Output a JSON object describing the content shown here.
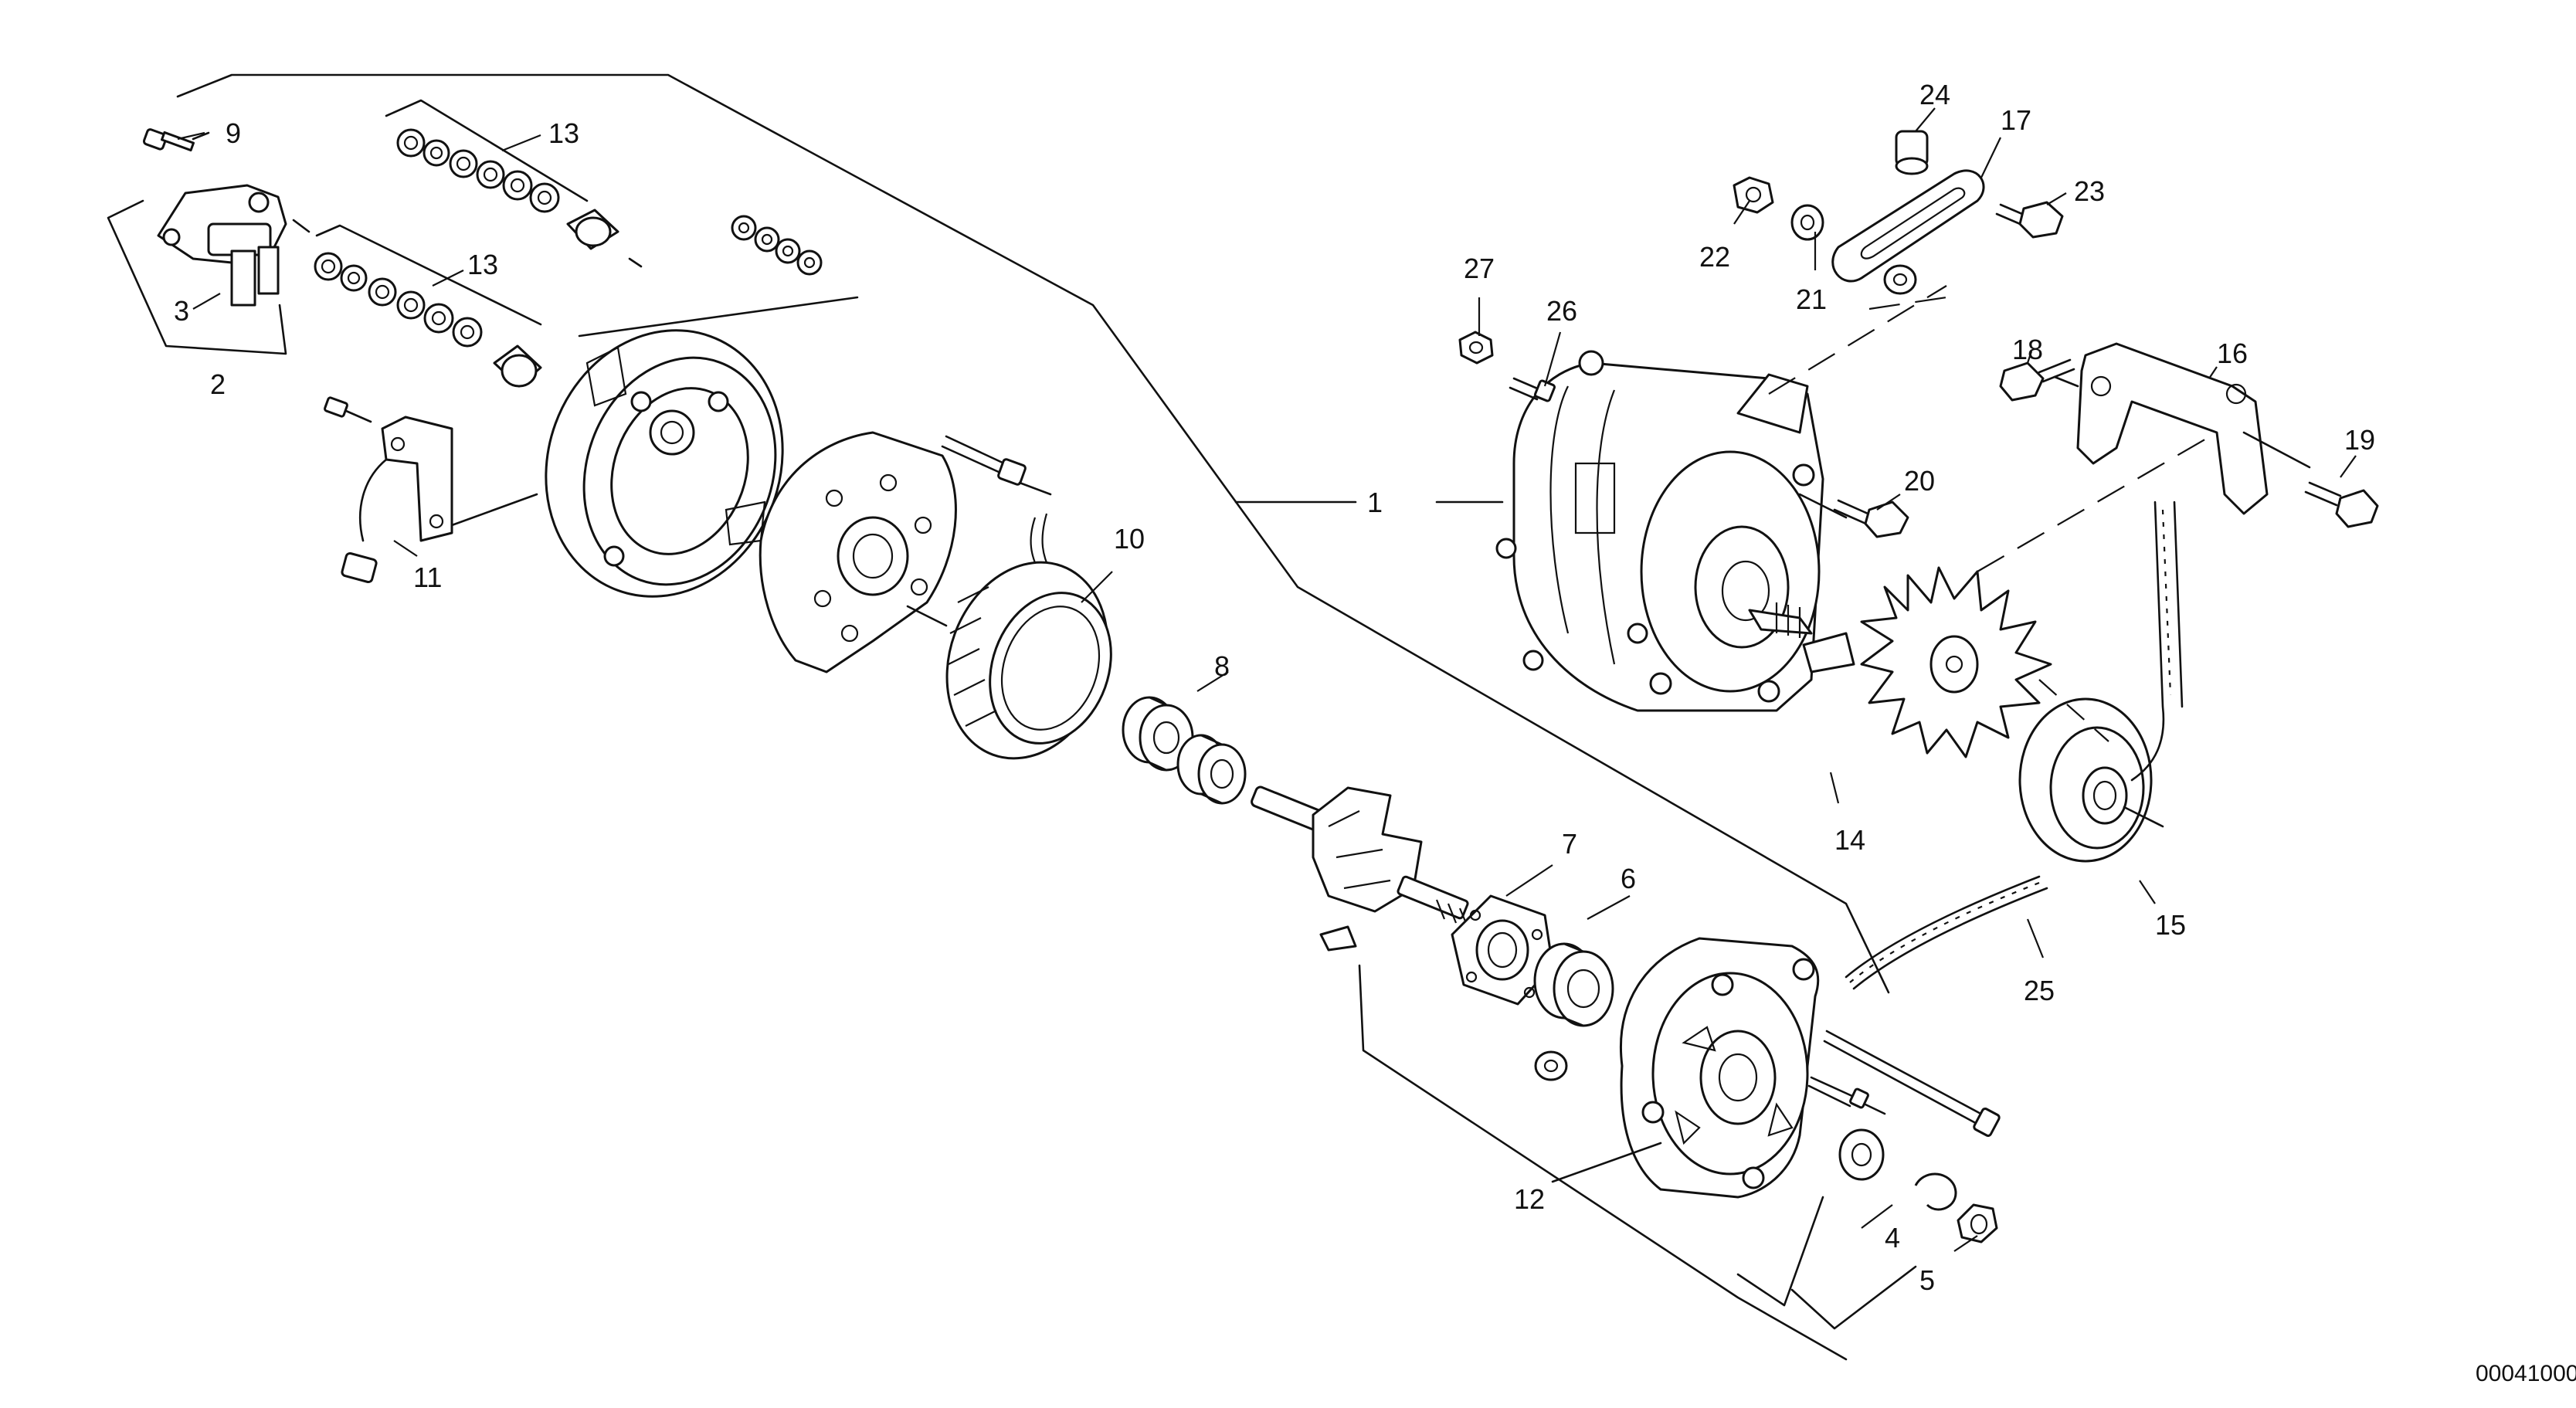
{
  "drawing_code": "00041000",
  "callouts": [
    {
      "id": "c1",
      "text": "1"
    },
    {
      "id": "c2",
      "text": "2"
    },
    {
      "id": "c3",
      "text": "3"
    },
    {
      "id": "c4",
      "text": "4"
    },
    {
      "id": "c5",
      "text": "5"
    },
    {
      "id": "c6",
      "text": "6"
    },
    {
      "id": "c7",
      "text": "7"
    },
    {
      "id": "c8",
      "text": "8"
    },
    {
      "id": "c9",
      "text": "9"
    },
    {
      "id": "c10",
      "text": "10"
    },
    {
      "id": "c11",
      "text": "11"
    },
    {
      "id": "c12",
      "text": "12"
    },
    {
      "id": "c13a",
      "text": "13"
    },
    {
      "id": "c13b",
      "text": "13"
    },
    {
      "id": "c14",
      "text": "14"
    },
    {
      "id": "c15",
      "text": "15"
    },
    {
      "id": "c16",
      "text": "16"
    },
    {
      "id": "c17",
      "text": "17"
    },
    {
      "id": "c18",
      "text": "18"
    },
    {
      "id": "c19",
      "text": "19"
    },
    {
      "id": "c20",
      "text": "20"
    },
    {
      "id": "c21",
      "text": "21"
    },
    {
      "id": "c22",
      "text": "22"
    },
    {
      "id": "c23",
      "text": "23"
    },
    {
      "id": "c24",
      "text": "24"
    },
    {
      "id": "c25",
      "text": "25"
    },
    {
      "id": "c26",
      "text": "26"
    },
    {
      "id": "c27",
      "text": "27"
    }
  ]
}
